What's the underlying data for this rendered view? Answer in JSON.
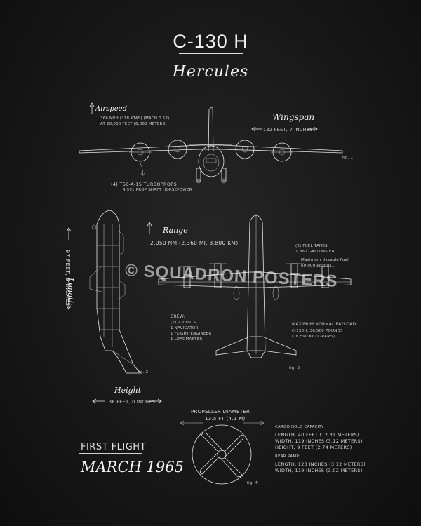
{
  "title": "C-130 H",
  "subtitle": "Hercules",
  "airspeed": {
    "label": "Airspeed",
    "line1": "366 MPH (318 KTAS) (MACH 0.52)",
    "line2": "AT 20,000 FEET (6,060 METERS)"
  },
  "wingspan": {
    "label": "Wingspan",
    "value": "132 FEET, 7 INCHES"
  },
  "engines": {
    "line1": "(4) T56-A-15 TURBOPROPS",
    "line2": "4,591 PROP SHAFT HORSEPOWER"
  },
  "range": {
    "label": "Range",
    "value": "2,050 NM (2,360 MI, 3,800 KM)"
  },
  "fuel": {
    "line1": "(2) FUEL TANKS",
    "line2": "1,360 GALLONS EA",
    "line3": "Maximum Useable Fuel",
    "line4": "60,000 Pounds"
  },
  "watermark": "© SQUADRON POSTERS",
  "length": {
    "label": "Length",
    "value": "97 FEET, 9 INCHES"
  },
  "crew": {
    "label": "CREW:",
    "items": [
      "(2) 2 PILOTS",
      "1 NAVIGATOR",
      "1 FLIGHT ENGINEER",
      "1 LOADMASTER"
    ]
  },
  "payload": {
    "label": "MAXIMUM NORMAL PAYLOAD:",
    "line1": "C-130H, 36,500 POUNDS",
    "line2": "(16,590 KILOGRAMS)"
  },
  "height": {
    "label": "Height",
    "value": "38 FEET, 0 INCHES"
  },
  "propeller": {
    "label": "PROPELLER DIAMETER",
    "value": "13.5 FT (4.1 M)"
  },
  "first_flight": {
    "label": "FIRST FLIGHT",
    "value": "MARCH 1965"
  },
  "cargo": {
    "label": "CARGO HOLD CAPACITY",
    "length": "LENGTH, 40 FEET (12.31 METERS)",
    "width": "WIDTH, 119 INCHES (3.12 METERS)",
    "height": "HEIGHT, 9 FEET (2.74 METERS)"
  },
  "ramp": {
    "label": "REAR RAMP:",
    "length": "LENGTH, 123 INCHES (3.12 METERS)",
    "width": "WIDTH, 119 INCHES (3.02 METERS)"
  },
  "figure_labels": [
    "fig. 1",
    "fig. 2",
    "fig. 3",
    "fig. 4"
  ],
  "colors": {
    "background": "#161616",
    "chalk": "#e8e8e8"
  }
}
